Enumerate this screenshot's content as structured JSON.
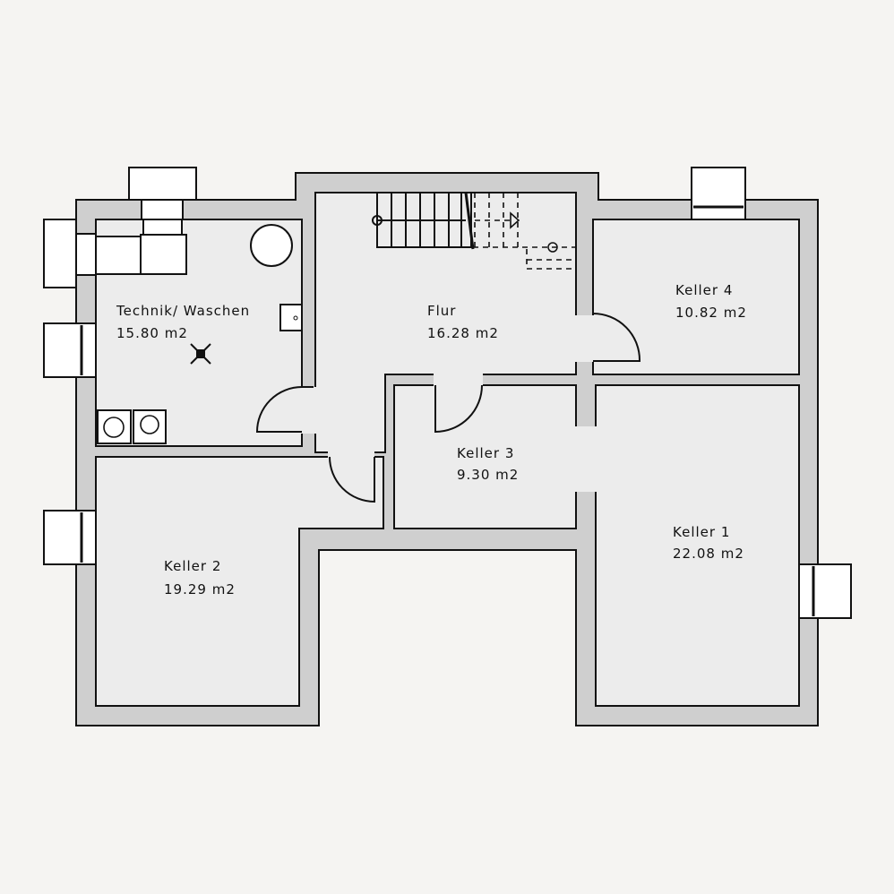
{
  "plan": {
    "colors": {
      "background": "#f5f4f2",
      "wall": "#cfcfcf",
      "floor": "#ececec",
      "line": "#111111"
    },
    "rooms": [
      {
        "name": "Technik/ Waschen",
        "area": "15.80 m2"
      },
      {
        "name": "Flur",
        "area": "16.28 m2"
      },
      {
        "name": "Keller 4",
        "area": "10.82 m2"
      },
      {
        "name": "Keller 3",
        "area": "9.30 m2"
      },
      {
        "name": "Keller 1",
        "area": "22.08 m2"
      },
      {
        "name": "Keller 2",
        "area": "19.29 m2"
      }
    ]
  }
}
